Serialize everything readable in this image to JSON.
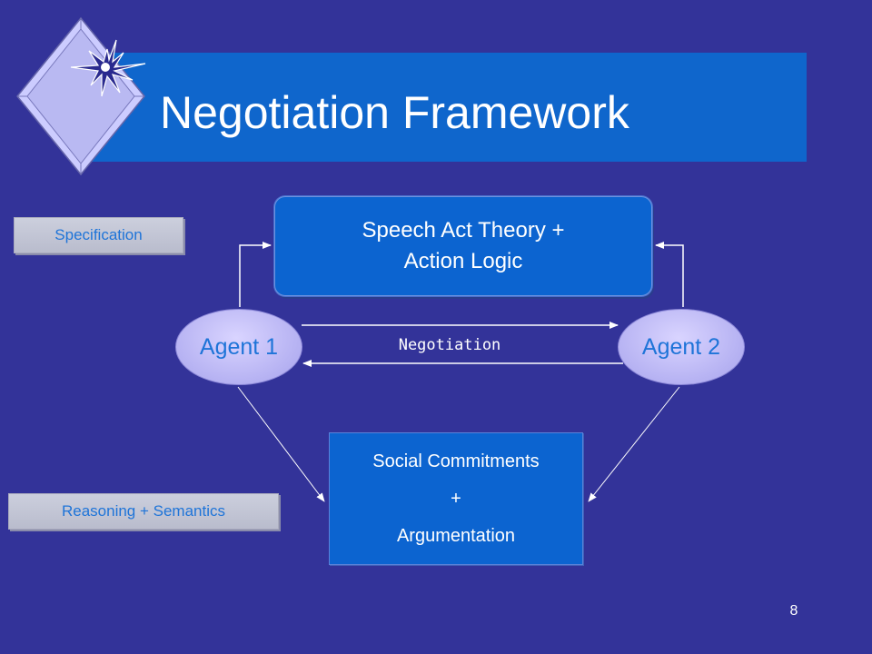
{
  "slide": {
    "title": "Negotiation Framework",
    "page_number": "8"
  },
  "labels": {
    "specification": "Specification",
    "reasoning": "Reasoning + Semantics"
  },
  "boxes": {
    "speech_act": {
      "line1": "Speech Act Theory +",
      "line2": "Action Logic"
    },
    "social": {
      "line1": "Social Commitments",
      "line2": "+",
      "line3": "Argumentation"
    }
  },
  "agents": {
    "agent1": "Agent 1",
    "agent2": "Agent 2"
  },
  "negotiation_label": "Negotiation",
  "colors": {
    "background": "#333399",
    "title_bar": "#0f66cc",
    "box_fill": "#0c64d0",
    "agent_fill": "#b5b1f2",
    "label_text": "#1e74d8"
  }
}
